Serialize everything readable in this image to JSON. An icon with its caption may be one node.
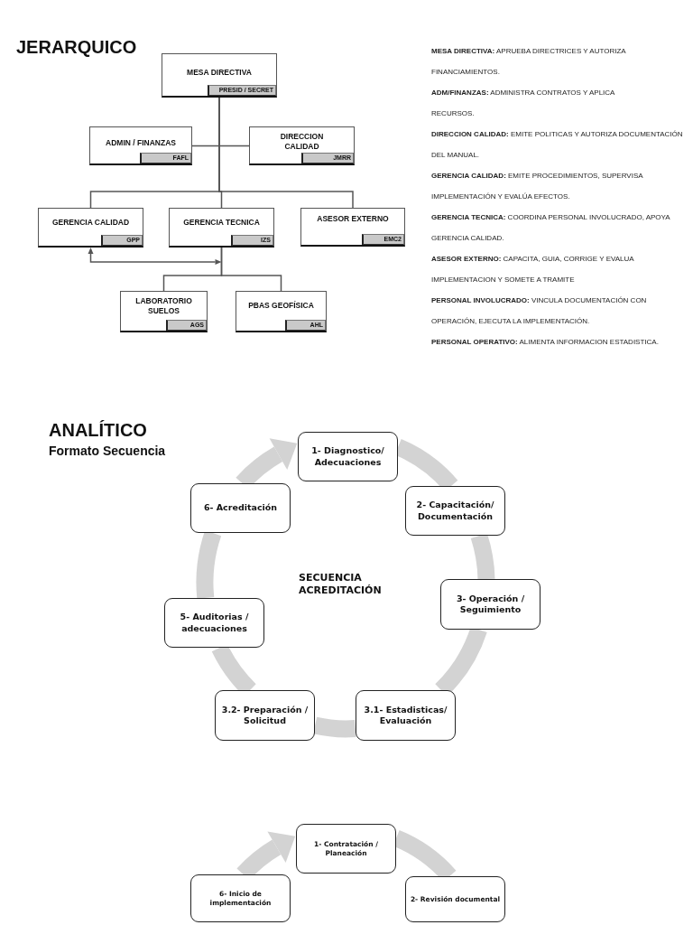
{
  "diagram": {
    "nodes": [
      {
        "text": [
          "MESA DIRECTIVA",
          "PRESID / SECRET"
        ]
      },
      {
        "text": [
          "ADMIN / FINANZAS",
          "FAFL"
        ]
      },
      {
        "text": [
          "DIRECCION CALIDAD",
          "JMRR"
        ]
      },
      {
        "text": [
          "GERENCIA CALIDAD",
          "GPP"
        ]
      },
      {
        "text": [
          "GERENCIA TECNICA",
          "IZS"
        ]
      },
      {
        "text": [
          "ASESOR EXTERNO",
          "EMC2"
        ]
      },
      {
        "text": [
          "LABORATORIO SUELOS",
          "AGS"
        ]
      },
      {
        "text": [
          "PBAS GEOFÍSICA",
          "AHL"
        ]
      },
      {
        "text": [
          "1- Diagnostico/ Adecuaciones"
        ]
      },
      {
        "text": [
          "2- Capacitación/ Documentación"
        ]
      },
      {
        "text": [
          "3- Operación / Seguimiento"
        ]
      },
      {
        "text": [
          "3.1- Estadisticas/ Evaluación"
        ]
      },
      {
        "text": [
          "3.2- Preparación / Solicitud"
        ]
      },
      {
        "text": [
          "5- Auditorias / adecuaciones"
        ]
      },
      {
        "text": [
          "6- Acreditación"
        ]
      },
      {
        "text": [
          "1- Contratación / Planeación"
        ]
      },
      {
        "text": [
          "6- Inicio de implementación"
        ]
      },
      {
        "text": [
          "2- Revisión documental"
        ]
      }
    ],
    "edges": [
      {
        "from": 0,
        "to": 1,
        "arrow": "none",
        "color": "#555555"
      },
      {
        "from": 0,
        "to": 2,
        "arrow": "none",
        "color": "#555555"
      },
      {
        "from": 0,
        "to": 3,
        "arrow": "none",
        "color": "#555555"
      },
      {
        "from": 0,
        "to": 4,
        "arrow": "none",
        "color": "#555555"
      },
      {
        "from": 0,
        "to": 5,
        "arrow": "none",
        "color": "#555555"
      },
      {
        "from": 4,
        "to": 6,
        "arrow": "none",
        "color": "#555555"
      },
      {
        "from": 4,
        "to": 7,
        "arrow": "none",
        "color": "#555555"
      },
      {
        "from": 3,
        "to": 4,
        "arrow": "both",
        "color": "#555555"
      },
      {
        "from": 8,
        "to": 9,
        "arrow": "none",
        "color": "#d3d3d3"
      },
      {
        "from": 9,
        "to": 10,
        "arrow": "none",
        "color": "#d3d3d3"
      },
      {
        "from": 10,
        "to": 11,
        "arrow": "none",
        "color": "#d3d3d3"
      },
      {
        "from": 11,
        "to": 12,
        "arrow": "none",
        "color": "#d3d3d3"
      },
      {
        "from": 12,
        "to": 13,
        "arrow": "none",
        "color": "#d3d3d3"
      },
      {
        "from": 13,
        "to": 14,
        "arrow": "none",
        "color": "#d3d3d3"
      },
      {
        "from": 14,
        "to": 8,
        "arrow": "to",
        "color": "#d3d3d3"
      },
      {
        "from": 16,
        "to": 15,
        "arrow": "to",
        "color": "#d3d3d3"
      },
      {
        "from": 15,
        "to": 17,
        "arrow": "none",
        "color": "#d3d3d3"
      }
    ],
    "labels": [
      "JERARQUICO",
      "**MESA DIRECTIVA:** APRUEBA DIRECTRICES Y AUTORIZA FINANCIAMIENTOS.",
      "**ADM/FINANZAS:** ADMINISTRA CONTRATOS Y APLICA RECURSOS.",
      "**DIRECCION CALIDAD:** EMITE POLITICAS Y AUTORIZA DOCUMENTACIÓN DEL MANUAL.",
      "**GERENCIA CALIDAD:** EMITE PROCEDIMIENTOS, SUPERVISA IMPLEMENTACIÓN Y EVALÚA EFECTOS.",
      "**GERENCIA TECNICA:** COORDINA PERSONAL INVOLUCRADO, APOYA GERENCIA CALIDAD.",
      "**ASESOR EXTERNO:** CAPACITA, GUIA, CORRIGE Y EVALUA IMPLEMENTACION Y SOMETE A TRAMITE",
      "**PERSONAL INVOLUCRADO:** VINCULA DOCUMENTACIÓN CON OPERACIÓN, EJECUTA LA IMPLEMENTACIÓN.",
      "**PERSONAL OPERATIVO:** ALIMENTA INFORMACION ESTADISTICA.",
      "ANALÍTICO",
      "Formato Secuencia",
      "SECUENCIA ACREDITACIÓN"
    ]
  }
}
